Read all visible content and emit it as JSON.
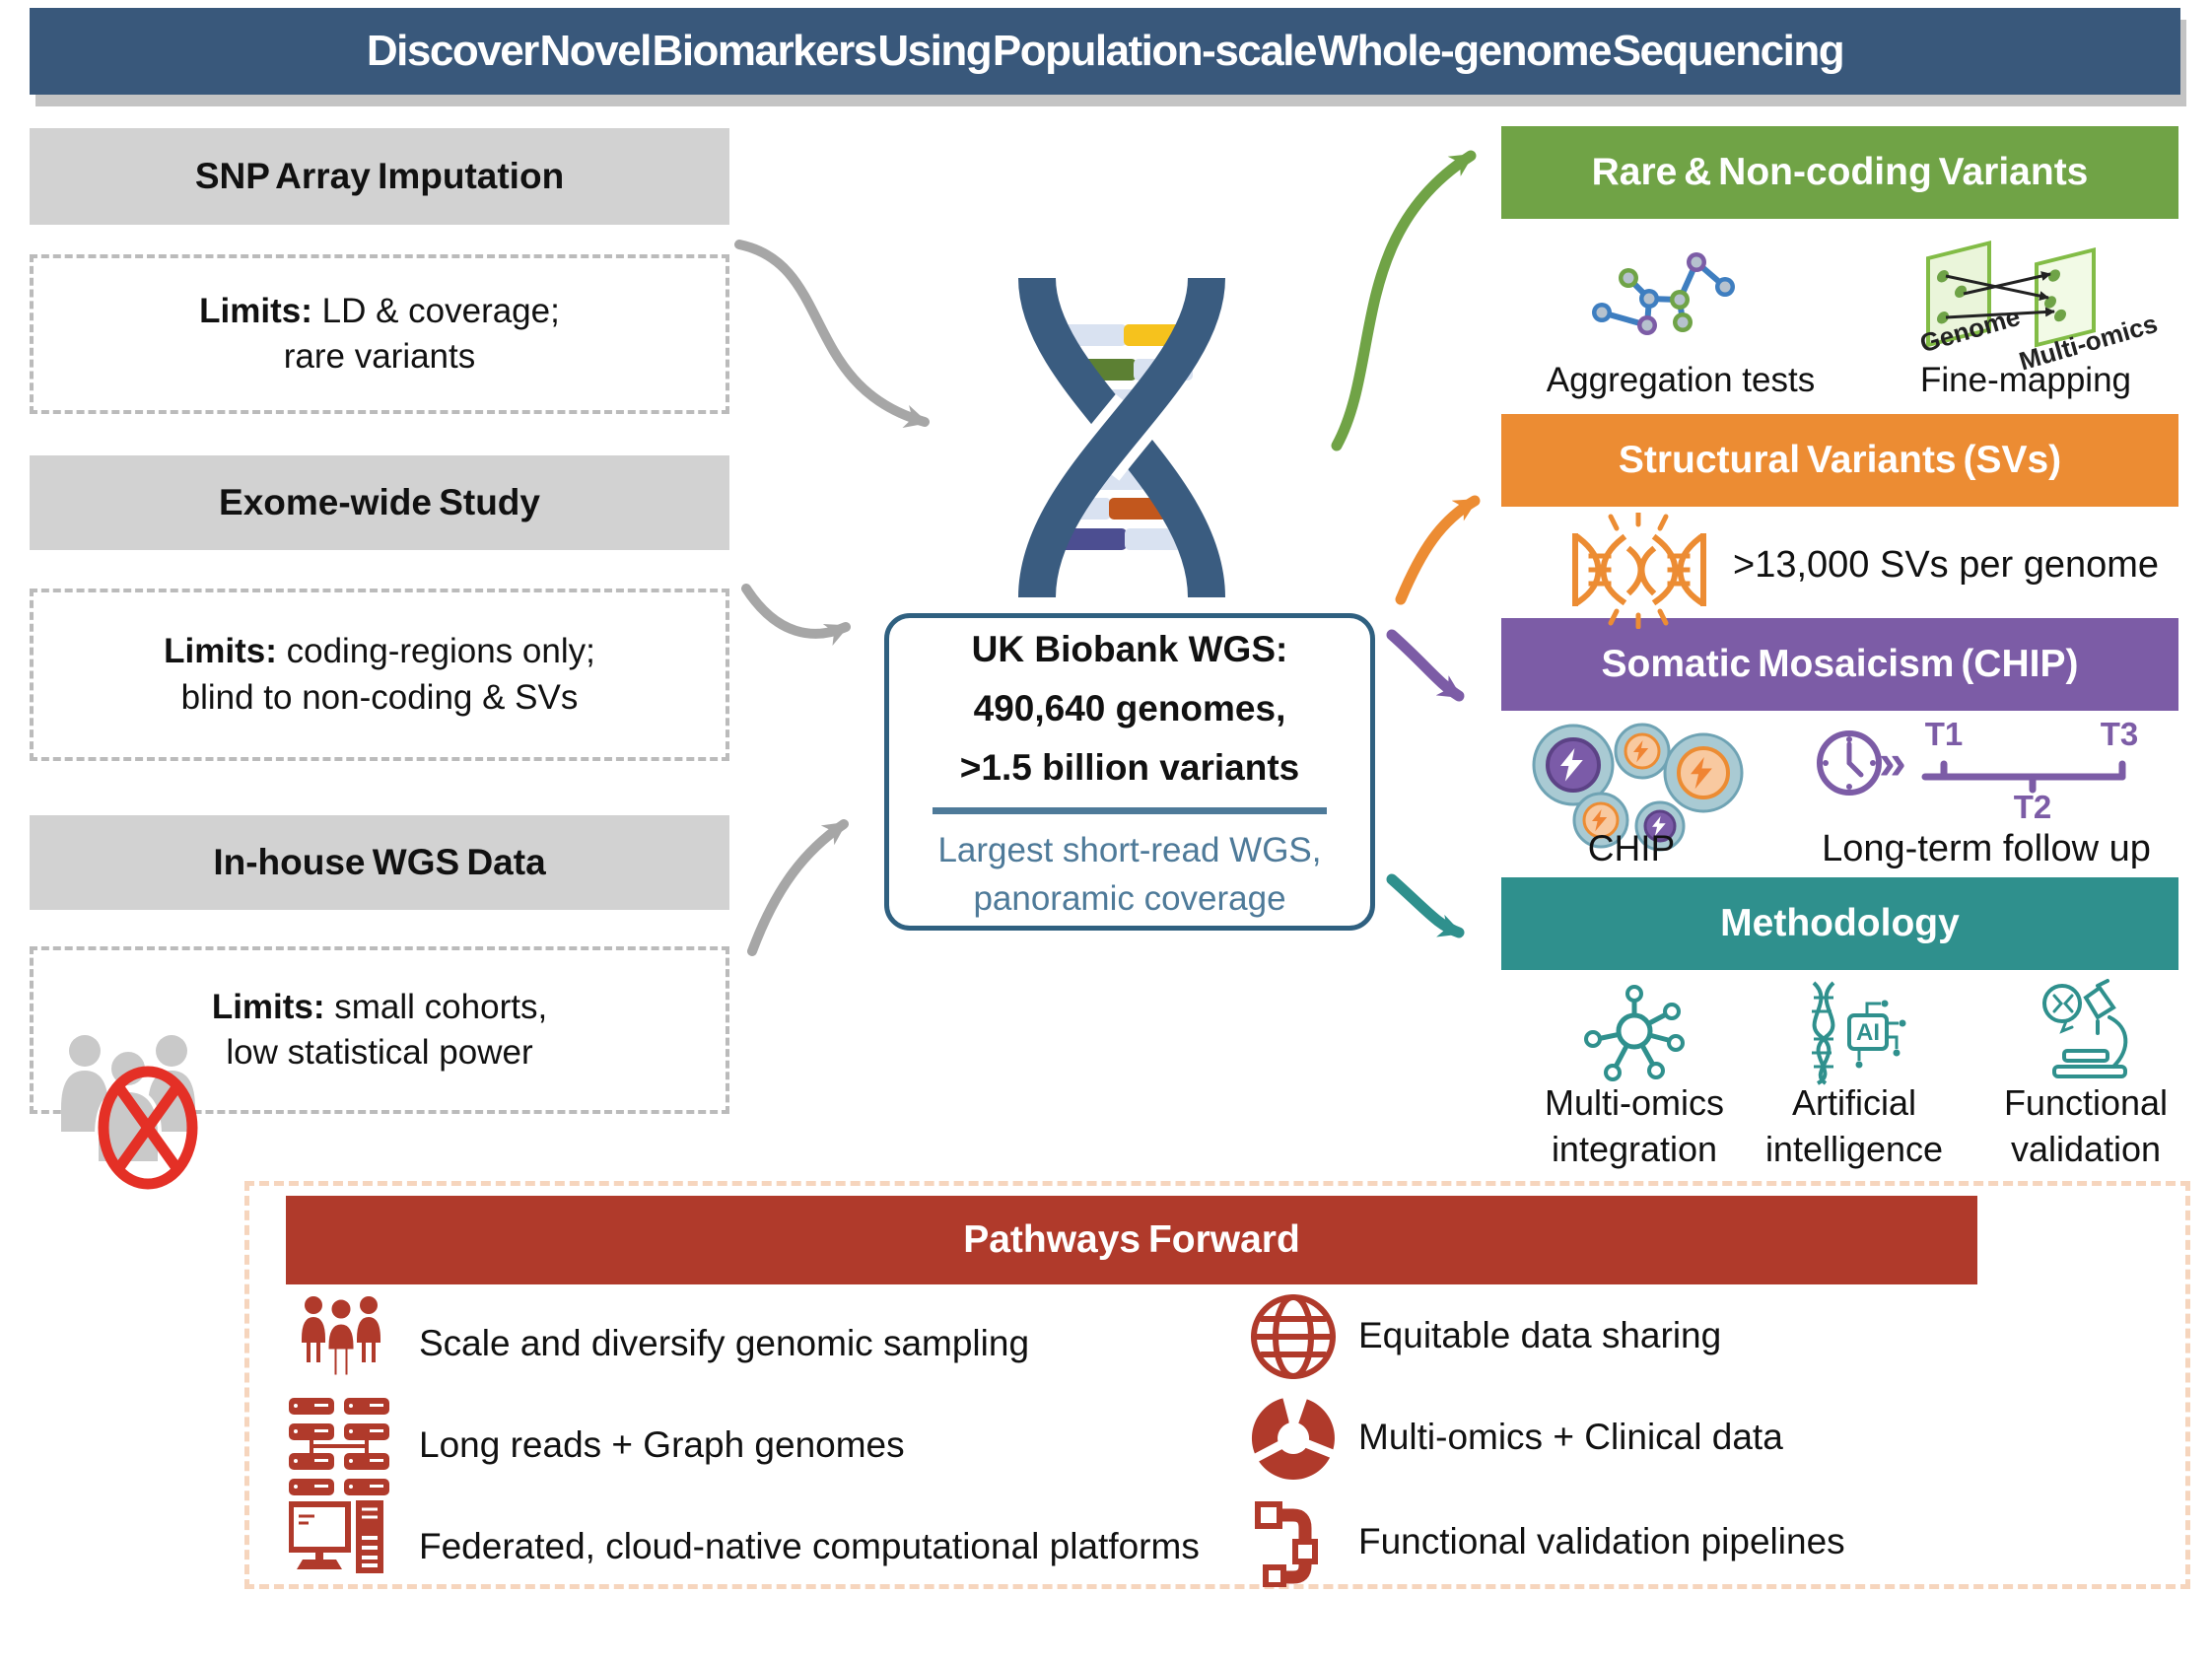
{
  "title": "Discover Novel Biomarkers Using Population-scale Whole-genome Sequencing",
  "left_panel": {
    "sections": [
      {
        "header": "SNP Array Imputation",
        "limits_label": "Limits:",
        "limit_rest": " LD & coverage;",
        "limit_line2": "rare variants"
      },
      {
        "header": "Exome-wide Study",
        "limits_label": "Limits:",
        "limit_rest": " coding-regions only;",
        "limit_line2": "blind to non-coding & SVs"
      },
      {
        "header": "In-house WGS Data",
        "limits_label": "Limits:",
        "limit_rest": " small cohorts,",
        "limit_line2": "low statistical power"
      }
    ]
  },
  "center": {
    "ukb": {
      "line1": "UK Biobank WGS:",
      "line2": "490,640  genomes,",
      "line3": ">1.5 billion variants",
      "line4": "Largest short-read WGS,",
      "line5": "panoramic coverage"
    }
  },
  "right_panel": {
    "rare": {
      "header": "Rare & Non-coding Variants",
      "item1_label": "Aggregation tests",
      "item2_label": "Fine-mapping",
      "plane1": "Genome",
      "plane2": "Multi-omics"
    },
    "sv": {
      "header": "Structural Variants (SVs)",
      "stat": ">13,000 SVs per genome"
    },
    "chip": {
      "header": "Somatic Mosaicism (CHIP)",
      "item1_label": "CHIP",
      "item2_label": "Long-term follow up",
      "t1": "T1",
      "t2": "T2",
      "t3": "T3",
      "chevrons": "»"
    },
    "methodology": {
      "header": "Methodology",
      "ai_label": "AI",
      "items": [
        {
          "line1": "Multi-omics",
          "line2": "integration"
        },
        {
          "line1": "Artificial",
          "line2": "intelligence"
        },
        {
          "line1": "Functional",
          "line2": "validation"
        }
      ]
    }
  },
  "pathways": {
    "header": "Pathways Forward",
    "left_items": [
      "Scale and diversify genomic sampling",
      "Long reads + Graph genomes",
      "Federated, cloud-native computational platforms"
    ],
    "right_items": [
      "Equitable data sharing",
      "Multi-omics + Clinical data",
      "Functional validation pipelines"
    ]
  },
  "colors": {
    "title_bar": "#39587B",
    "green": "#70A346",
    "orange": "#EC8C33",
    "purple": "#7C5CA6",
    "teal": "#2F908D",
    "red": "#B03A2B",
    "ukb_blue": "#4E7A99",
    "helix_strand": "#3A5C80",
    "gray_box": "#D2D2D2",
    "arrow_gray": "#A6A6A6"
  }
}
